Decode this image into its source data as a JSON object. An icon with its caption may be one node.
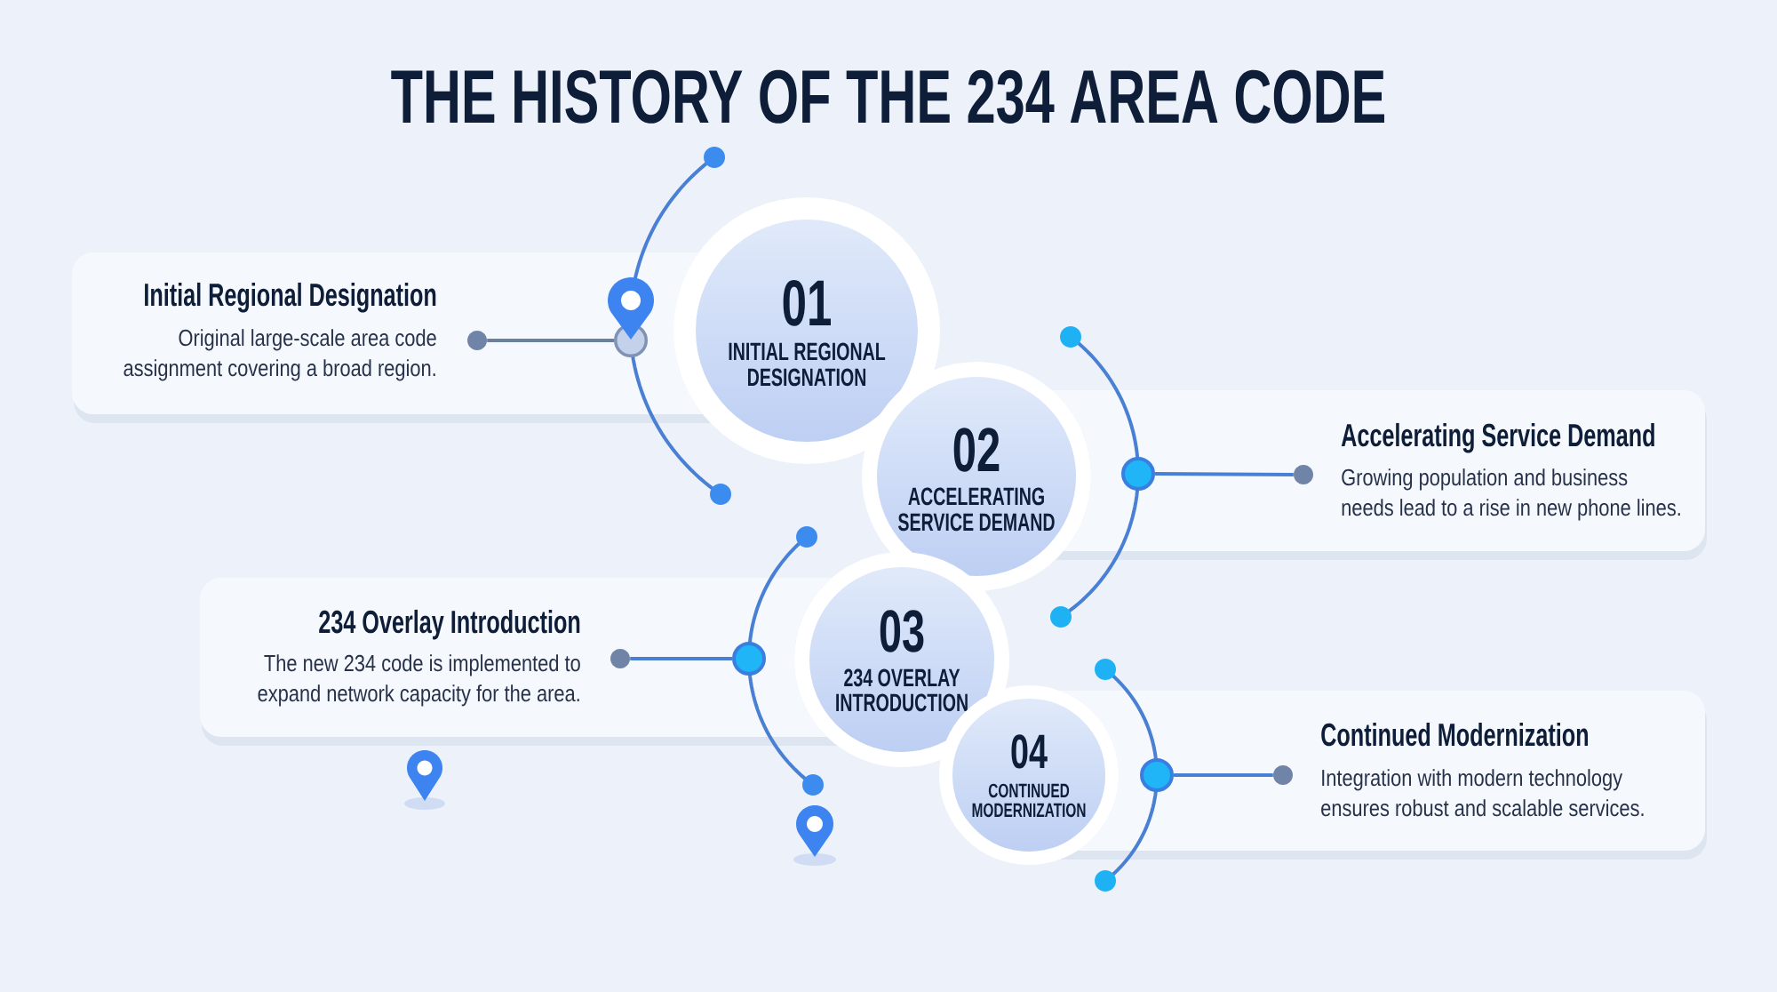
{
  "diagram": {
    "title": "THE HISTORY OF THE 234 AREA CODE",
    "nodes": [
      {
        "text": [
          "Initial Regional Designation",
          "Original large-scale area code assignment covering a broad region."
        ]
      },
      {
        "text": [],
        "shape": "circle",
        "in": 0
      },
      {
        "text": [],
        "shape": "circle",
        "in": 0
      },
      {
        "text": [
          "01",
          "INITIAL REGIONAL DESIGNATION"
        ]
      },
      {
        "text": [
          "02",
          "ACCELERATING SERVICE DEMAND"
        ]
      },
      {
        "text": [
          "Accelerating Service Demand",
          "Growing population and business needs lead to a rise in new phone lines."
        ]
      },
      {
        "text": [],
        "shape": "circle",
        "in": 5
      },
      {
        "text": [],
        "shape": "circle",
        "in": 5
      },
      {
        "text": [
          "234 Overlay Introduction",
          "The new 234 code is implemented to expand network capacity for the area."
        ]
      },
      {
        "text": [],
        "shape": "circle",
        "in": 8
      },
      {
        "text": [],
        "shape": "circle",
        "in": 8
      },
      {
        "text": [
          "03",
          "234 OVERLAY INTRODUCTION"
        ]
      },
      {
        "text": [
          "04",
          "CONTINUED MODERNIZATION"
        ]
      },
      {
        "text": [
          "Continued Modernization",
          "Integration with modern technology ensures robust and scalable services."
        ]
      },
      {
        "text": [],
        "shape": "circle",
        "in": 13
      },
      {
        "text": [],
        "shape": "circle",
        "in": 13
      }
    ],
    "edges": [
      {
        "from": 1,
        "to": 2,
        "arrow": "none",
        "color": "#6b7f9e"
      },
      {
        "from": 7,
        "to": 6,
        "arrow": "none"
      },
      {
        "from": 9,
        "to": 10,
        "arrow": "none"
      },
      {
        "from": 15,
        "to": 14,
        "arrow": "none"
      }
    ]
  }
}
